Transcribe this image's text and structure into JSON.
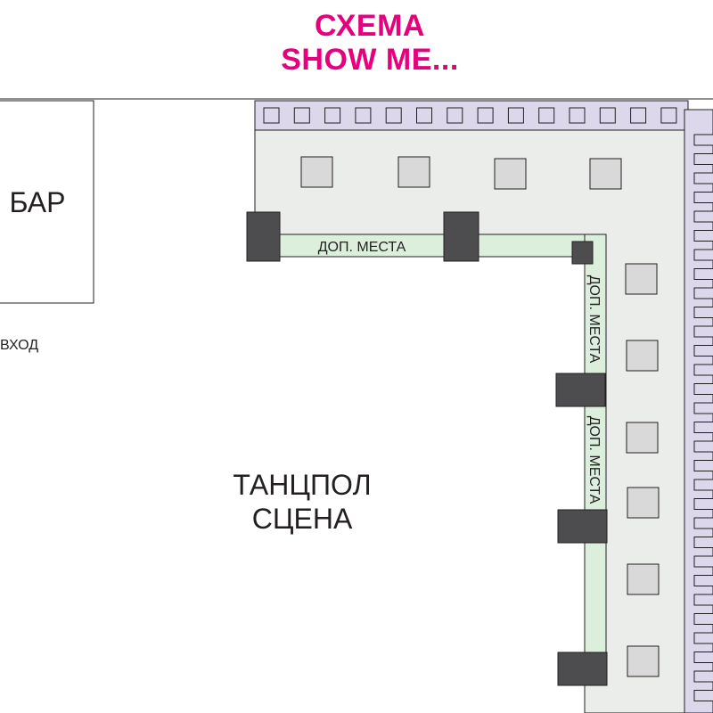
{
  "header": {
    "title_line1": "СХЕМА",
    "title_line2": "SHOW ME...",
    "title_color": "#e6007e"
  },
  "plan": {
    "bar_label": "БАР",
    "entrance_label": "ВХОД",
    "dance_floor_line1": "ТАНЦПОЛ",
    "dance_floor_line2": "СЦЕНА",
    "extra_seats_top": "ДОП. МЕСТА",
    "extra_seats_vertical_1": "ДОП. МЕСТА",
    "extra_seats_vertical_2": "ДОП. МЕСТА"
  },
  "colors": {
    "seating_area": "#ebedeb",
    "extra_seats_strip": "#dcefdc",
    "sofa_row": "#ddd7ec",
    "table": "#d9d9d9",
    "pillar": "#4d4d4f",
    "outline": "#231f20"
  }
}
